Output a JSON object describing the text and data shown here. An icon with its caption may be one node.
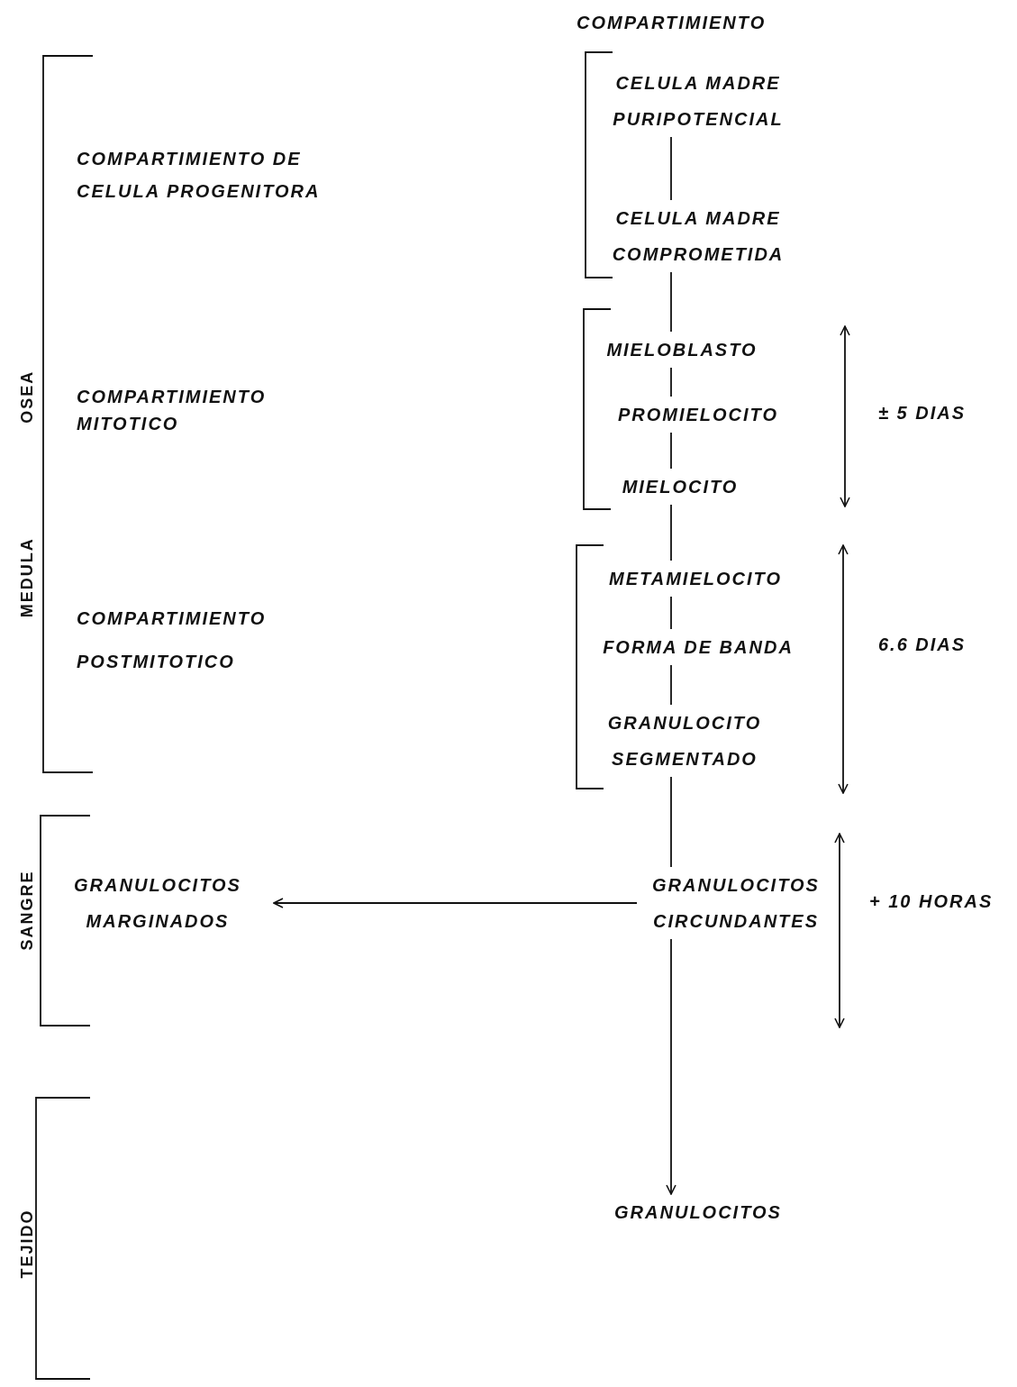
{
  "diagram": {
    "nodes": [
      {
        "text": [
          "CELULA MADRE PURIPOTENCIAL"
        ]
      },
      {
        "text": [
          "CELULA MADRE COMPROMETIDA"
        ]
      },
      {
        "text": [
          "MIELOBLASTO"
        ]
      },
      {
        "text": [
          "PROMIELOCITO"
        ]
      },
      {
        "text": [
          "MIELOCITO"
        ]
      },
      {
        "text": [
          "METAMIELOCITO"
        ]
      },
      {
        "text": [
          "FORMA DE BANDA"
        ]
      },
      {
        "text": [
          "GRANULOCITO SEGMENTADO"
        ]
      },
      {
        "text": [
          "GRANULOCITOS CIRCUNDANTES"
        ]
      },
      {
        "text": [
          "GRANULOCITOS MARGINADOS"
        ]
      },
      {
        "text": [
          "GRANULOCITOS"
        ]
      }
    ],
    "edges": [
      {
        "from": 0,
        "to": 1,
        "arrow": "none"
      },
      {
        "from": 1,
        "to": 2,
        "arrow": "none"
      },
      {
        "from": 2,
        "to": 3,
        "arrow": "none"
      },
      {
        "from": 3,
        "to": 4,
        "arrow": "none"
      },
      {
        "from": 4,
        "to": 5,
        "arrow": "none"
      },
      {
        "from": 5,
        "to": 6,
        "arrow": "none"
      },
      {
        "from": 6,
        "to": 7,
        "arrow": "none"
      },
      {
        "from": 7,
        "to": 8,
        "arrow": "none"
      },
      {
        "from": 8,
        "to": 9,
        "arrow": "to"
      },
      {
        "from": 8,
        "to": 10,
        "arrow": "to"
      }
    ],
    "labels": [
      "COMPARTIMIENTO",
      "COMPARTIMIENTO DE CELULA PROGENITORA",
      "COMPARTIMIENTO MITOTICO",
      "COMPARTIMIENTO POSTMITOTICO",
      "MEDULA OSEA",
      "SANGRE",
      "TEJIDO",
      "± 5 DIAS",
      "6.6 DIAS",
      "+ 10 HORAS"
    ]
  }
}
